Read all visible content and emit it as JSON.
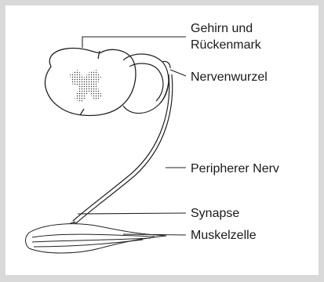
{
  "labels": {
    "brain": "Gehirn und\nRückenmark",
    "nerve_root": "Nervenwurzel",
    "peripheral_nerve": "Peripherer Nerv",
    "synapse": "Synapse",
    "muscle_cell": "Muskelzelle"
  }
}
